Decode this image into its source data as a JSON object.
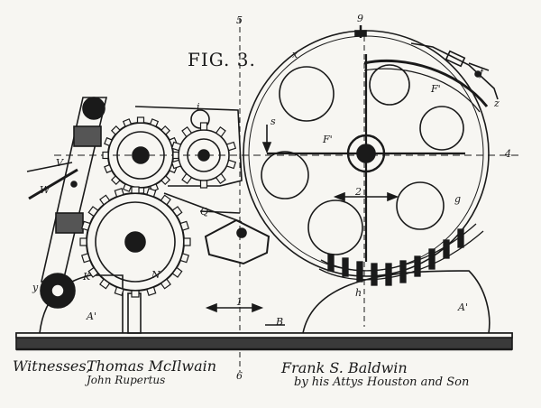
{
  "figure": {
    "title": "FIG. 3.",
    "witnesses_label": "Witnesses,",
    "witness_names": [
      "Thomas McIlwain",
      "John Rupertus"
    ],
    "inventor": "Frank S. Baldwin",
    "attorney": "by his Attys Houston and Son"
  },
  "reference_labels": {
    "top_center": "5",
    "bottom_center": "6",
    "right_center": "4",
    "left_center": "V",
    "top_wheel": "9",
    "x_top": "x",
    "F1": "F'",
    "F_center": "F'",
    "h_bottom": "h",
    "A1_right": "A'",
    "A1_left": "A'",
    "direction_1": "1",
    "direction_2": "2",
    "B": "B",
    "W": "W",
    "K": "K",
    "Q": "Q",
    "N": "N",
    "s": "s",
    "i": "i",
    "z": "z",
    "y": "y",
    "f": "f",
    "g": "g"
  },
  "palette": {
    "ink": "#1a1a1a",
    "paper": "#f7f6f2"
  }
}
